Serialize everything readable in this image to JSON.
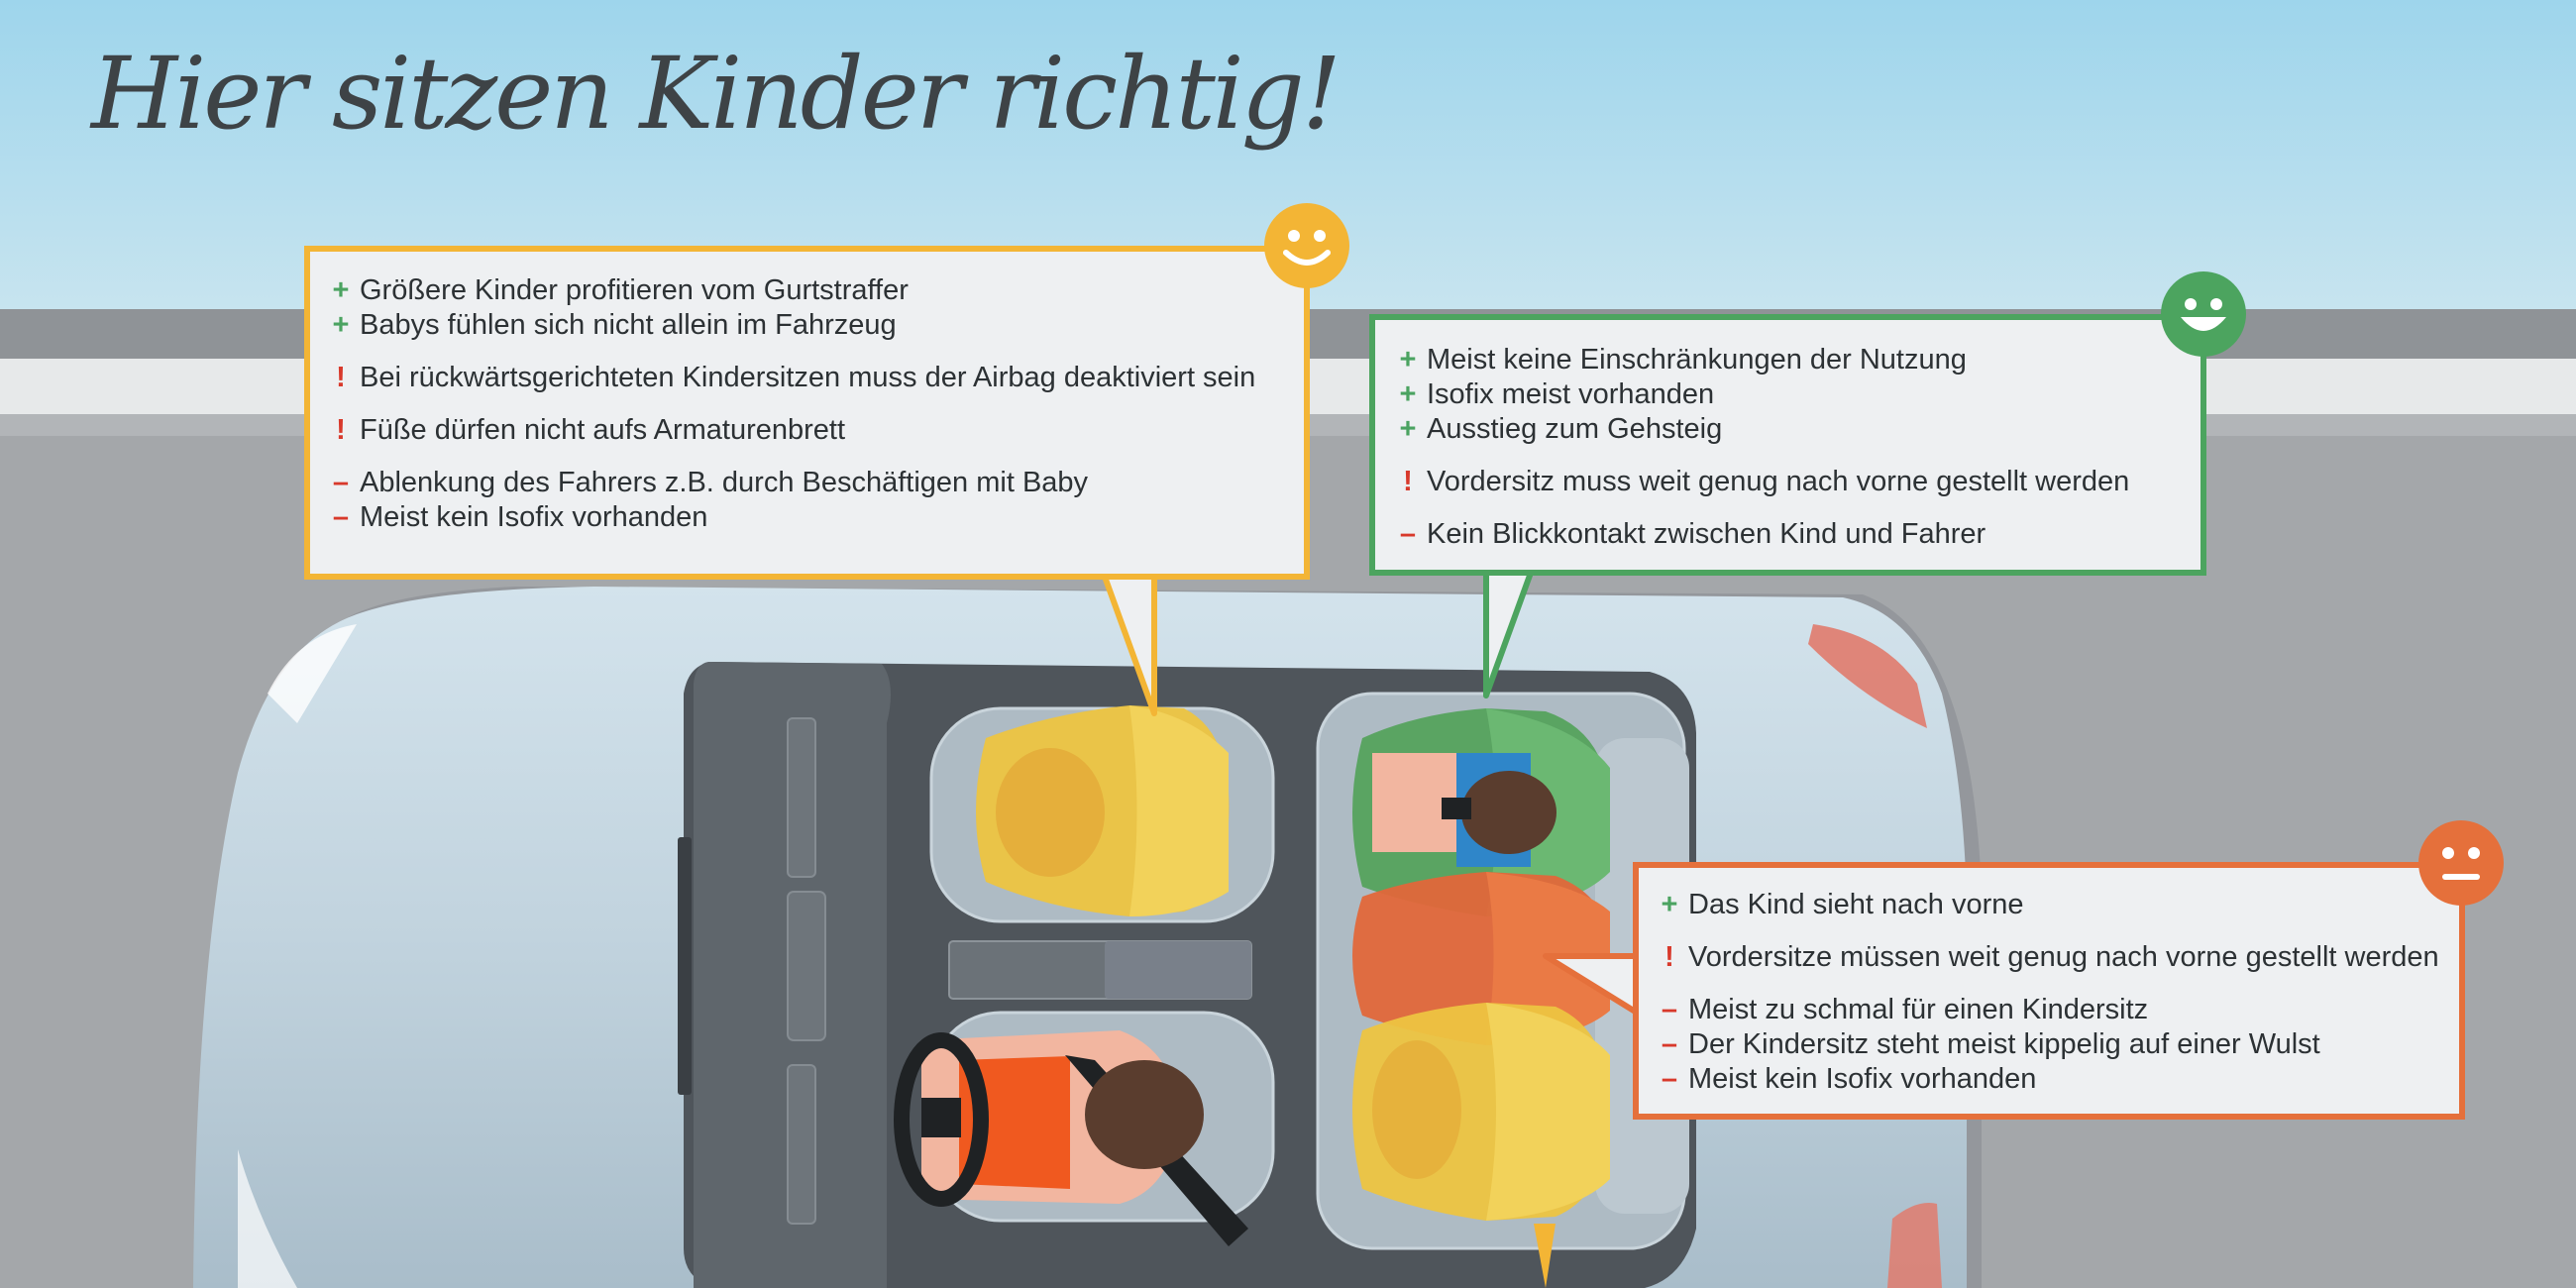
{
  "title": "Hier sitzen Kinder richtig!",
  "colors": {
    "front_passenger": "#f3b535",
    "rear_outer": "#4ca45f",
    "rear_middle": "#e5703b",
    "plus": "#4ba361",
    "warning": "#d8392b",
    "minus": "#d8392b"
  },
  "boxes": {
    "front": {
      "smiley": "happy-face-icon",
      "items": [
        {
          "mark": "+",
          "text": "Größere Kinder profitieren vom Gurtstraffer"
        },
        {
          "mark": "+",
          "text": "Babys fühlen sich nicht allein im Fahrzeug"
        },
        {
          "mark": "!",
          "text": "Bei rückwärtsgerichteten Kindersitzen muss der Airbag deaktiviert sein"
        },
        {
          "mark": "!",
          "text": "Füße dürfen nicht aufs Armaturenbrett"
        },
        {
          "mark": "–",
          "text": "Ablenkung des Fahrers z.B. durch Beschäftigen mit Baby"
        },
        {
          "mark": "–",
          "text": "Meist kein Isofix vorhanden"
        }
      ]
    },
    "rear": {
      "smiley": "happy-face-icon",
      "items": [
        {
          "mark": "+",
          "text": "Meist keine Einschränkungen der Nutzung"
        },
        {
          "mark": "+",
          "text": "Isofix meist vorhanden"
        },
        {
          "mark": "+",
          "text": "Ausstieg zum Gehsteig"
        },
        {
          "mark": "!",
          "text": "Vordersitz muss weit genug nach vorne gestellt werden"
        },
        {
          "mark": "–",
          "text": "Kein Blickkontakt zwischen Kind und Fahrer"
        }
      ]
    },
    "middle": {
      "smiley": "neutral-face-icon",
      "items": [
        {
          "mark": "+",
          "text": "Das Kind sieht nach vorne"
        },
        {
          "mark": "!",
          "text": "Vordersitze müssen weit genug nach vorne gestellt werden"
        },
        {
          "mark": "–",
          "text": "Meist zu schmal für einen Kindersitz"
        },
        {
          "mark": "–",
          "text": "Der Kindersitz steht meist kippelig auf einer Wulst"
        },
        {
          "mark": "–",
          "text": "Meist kein Isofix vorhanden"
        }
      ]
    }
  }
}
